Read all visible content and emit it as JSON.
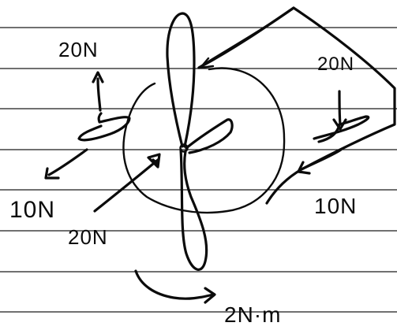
{
  "paper": {
    "background_color": "#ffffff",
    "rule_color": "#1a1a1a",
    "ink_color": "#0b0b0b"
  },
  "labels": {
    "force_up_left": "20N",
    "force_left_down": "10N",
    "force_center": "20N",
    "force_down_right": "20N",
    "force_right_down": "10N",
    "moment": "2N·m"
  }
}
